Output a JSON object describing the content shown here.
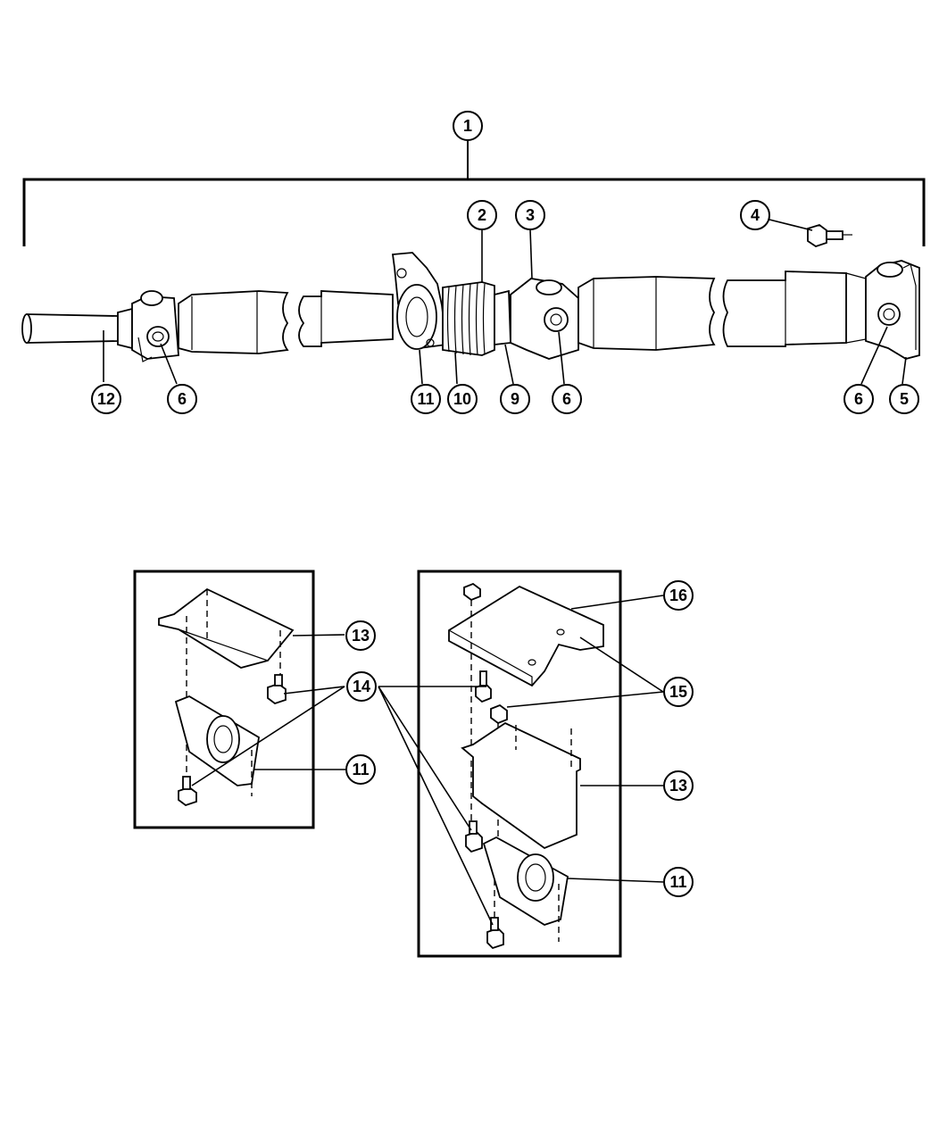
{
  "diagram": {
    "callouts": {
      "assembly": "1",
      "boot": "2",
      "yoke_front": "3",
      "bolt": "4",
      "flange_yoke": "5",
      "ujoint_left": "6",
      "ujoint_mid": "6",
      "ujoint_right": "6",
      "slip_yoke": "9",
      "boot_clamp": "10",
      "center_bearing_main": "11",
      "center_bearing_left_detail": "11",
      "center_bearing_right_detail": "11",
      "slip_shaft": "12",
      "heat_shield_left": "13",
      "heat_shield_right": "13",
      "bolts_common": "14",
      "nuts": "15",
      "spacer_plate": "16"
    }
  }
}
